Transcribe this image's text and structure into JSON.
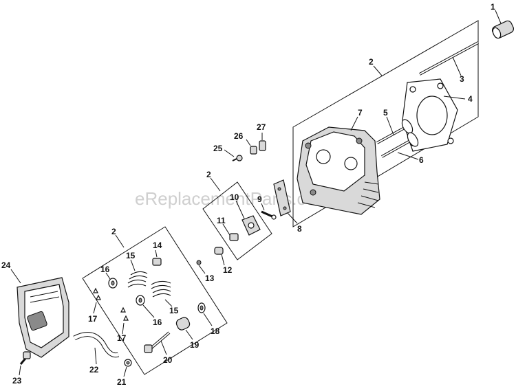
{
  "watermark": "eReplacementParts.com",
  "callouts": {
    "n1": "1",
    "n2a": "2",
    "n2b": "2",
    "n2c": "2",
    "n3": "3",
    "n4": "4",
    "n5": "5",
    "n6": "6",
    "n7": "7",
    "n8": "8",
    "n9": "9",
    "n10": "10",
    "n11": "11",
    "n12": "12",
    "n13": "13",
    "n14": "14",
    "n15a": "15",
    "n15b": "15",
    "n16a": "16",
    "n16b": "16",
    "n17a": "17",
    "n17b": "17",
    "n18": "18",
    "n19": "19",
    "n20": "20",
    "n21": "21",
    "n22": "22",
    "n23": "23",
    "n24": "24",
    "n25": "25",
    "n26": "26",
    "n27": "27"
  }
}
